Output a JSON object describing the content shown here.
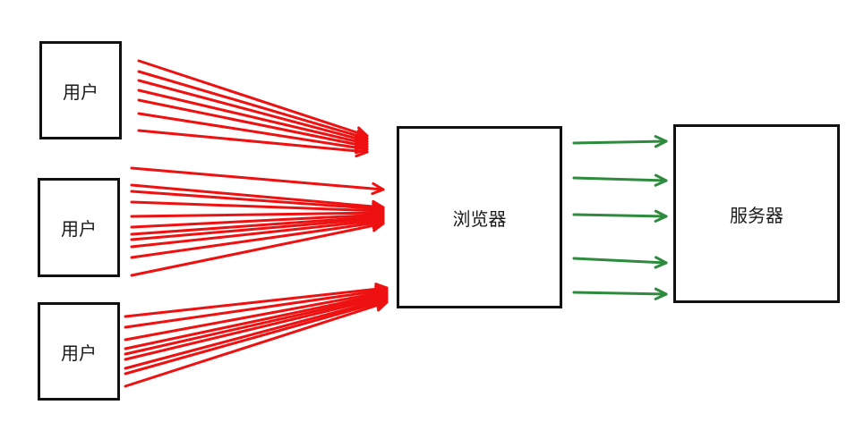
{
  "nodes": {
    "user_1": "用户",
    "user_2": "用户",
    "user_3": "用户",
    "browser": "浏览器",
    "server": "服务器"
  },
  "edges": {
    "user_1_to_browser": 7,
    "user_2_to_browser": 11,
    "user_3_to_browser": 9,
    "browser_to_server": 5
  },
  "colors": {
    "user_arrows": "#ee1111",
    "server_arrows": "#2e8b3e",
    "box_border": "#111111"
  }
}
